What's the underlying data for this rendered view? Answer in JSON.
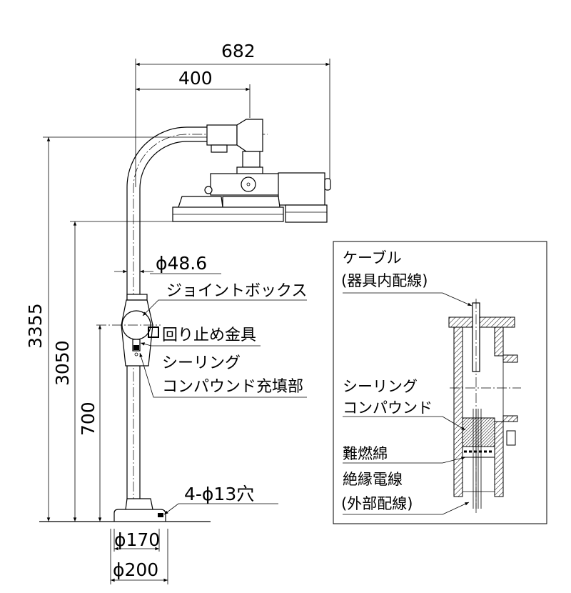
{
  "dimensions": {
    "arm_total": "682",
    "arm_offset": "400",
    "total_height": "3355",
    "fixture_height": "3050",
    "box_height": "700",
    "pole_diameter": "ϕ48.6",
    "anchor_holes": "4-ϕ13穴",
    "base_inner": "ϕ170",
    "base_outer": "ϕ200"
  },
  "labels": {
    "junction_box": "ジョイントボックス",
    "anti_rotation": "回り止め金具",
    "sealing_line1": "シーリング",
    "sealing_line2": "コンパウンド充填部"
  },
  "inset": {
    "cable_line1": "ケーブル",
    "cable_line2": "(器具内配線)",
    "compound_line1": "シーリング",
    "compound_line2": "コンパウンド",
    "flame_retardant": "難燃綿",
    "wire_line1": "絶縁電線",
    "wire_line2": "(外部配線)"
  }
}
